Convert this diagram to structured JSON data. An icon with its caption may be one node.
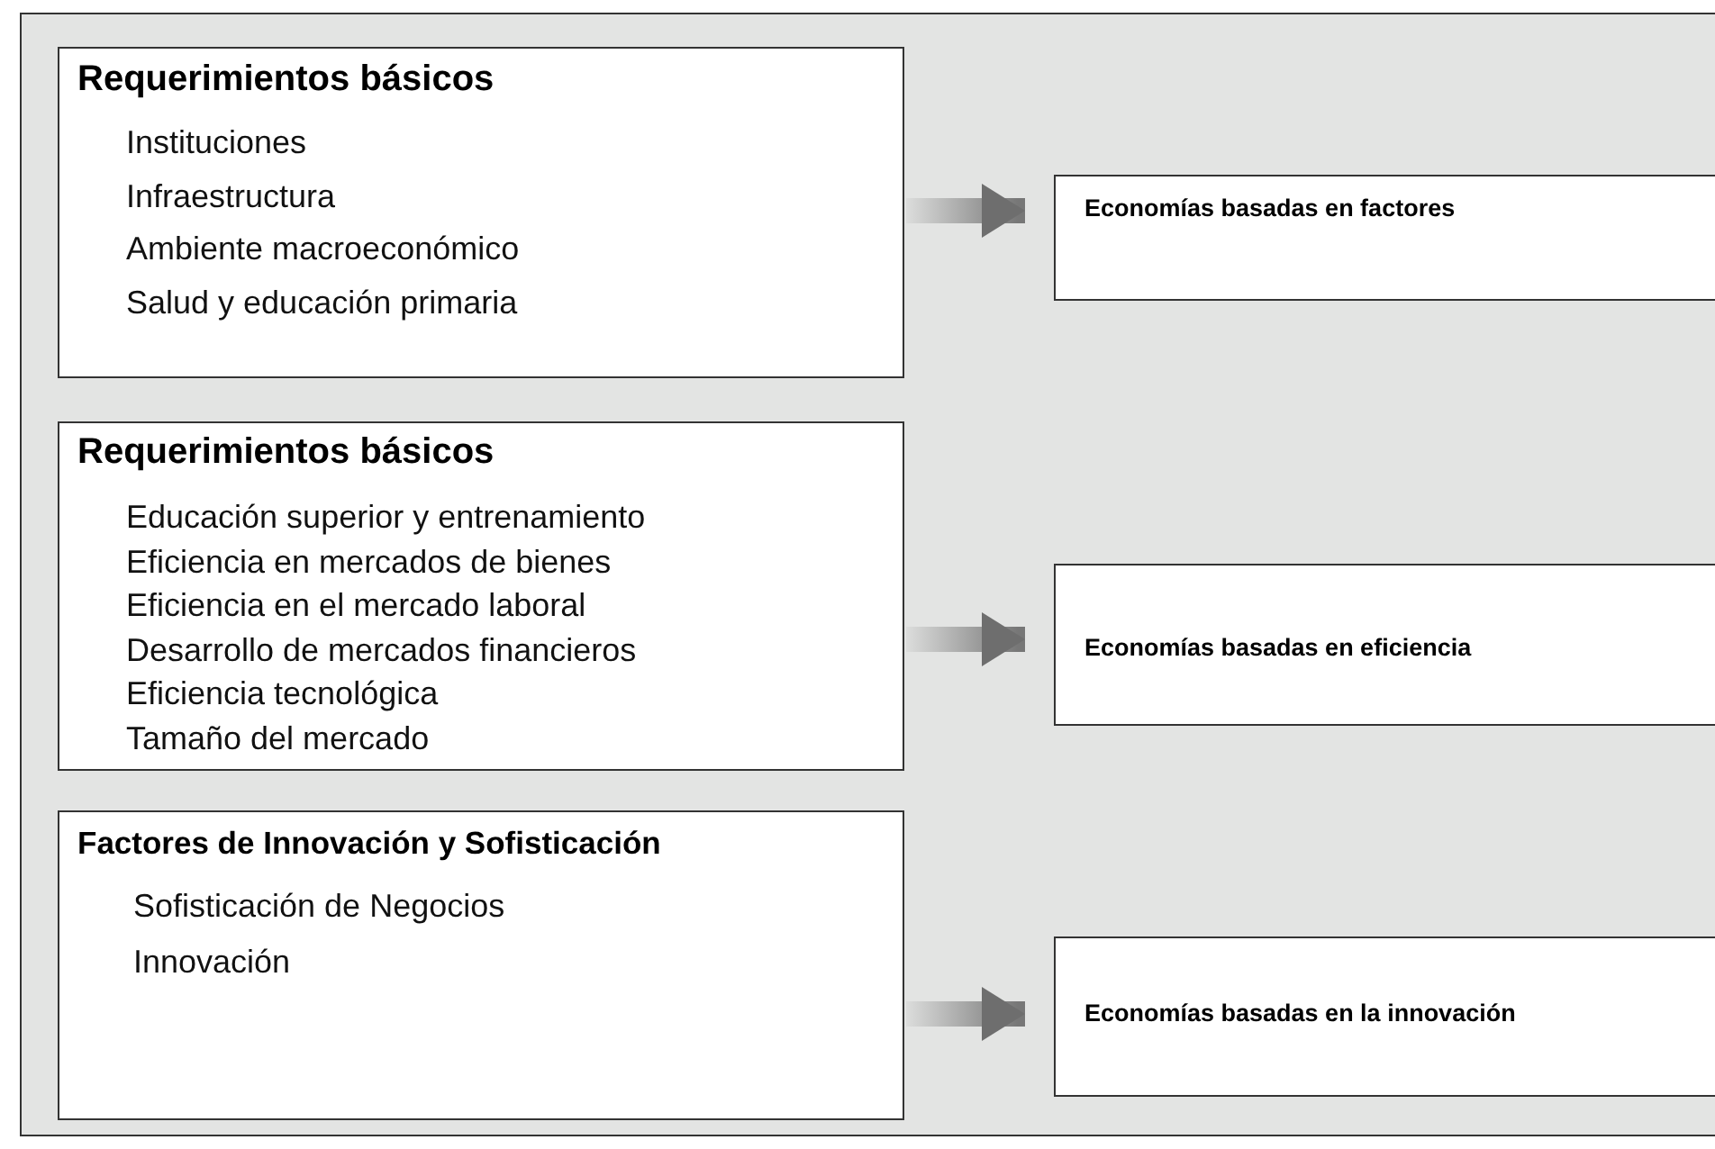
{
  "diagram": {
    "nodes": [
      {
        "text": [
          "Requerimientos básicos",
          "Instituciones",
          "Infraestructura",
          "Ambiente macroeconómico",
          "Salud y educación primaria"
        ]
      },
      {
        "text": [
          "Economías basadas en factores"
        ]
      },
      {
        "text": [
          "Requerimientos básicos",
          "Educación superior y entrenamiento",
          "Eficiencia en mercados de bienes",
          "Eficiencia en el mercado laboral",
          "Desarrollo de mercados financieros",
          "Eficiencia tecnológica",
          "Tamaño del mercado"
        ]
      },
      {
        "text": [
          "Economías basadas en eficiencia"
        ]
      },
      {
        "text": [
          "Factores de Innovación y Sofisticación",
          "Sofisticación de Negocios",
          "Innovación"
        ]
      },
      {
        "text": [
          "Economías basadas en la innovación"
        ]
      }
    ],
    "edges": [
      {
        "from": 0,
        "to": 1,
        "arrow": "to"
      },
      {
        "from": 2,
        "to": 3,
        "arrow": "to"
      },
      {
        "from": 4,
        "to": 5,
        "arrow": "to"
      }
    ]
  }
}
